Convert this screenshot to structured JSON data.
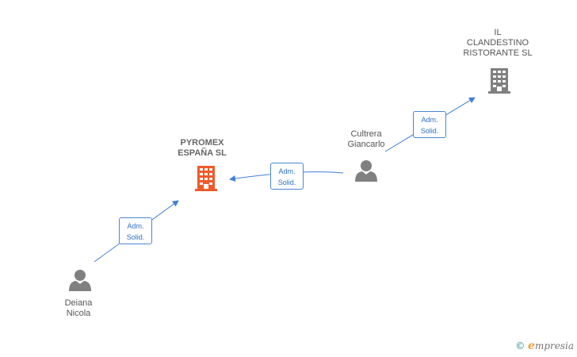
{
  "colors": {
    "edge": "#3f7fd6",
    "person_icon": "#808080",
    "company_main": "#f05a2a",
    "company_other": "#808080"
  },
  "nodes": {
    "il_clandestino": {
      "label": "IL\nCLANDESTINO\nRISTORANTE SL",
      "icon": "building-icon"
    },
    "pyromex": {
      "label": "PYROMEX\nESPAÑA SL",
      "icon": "building-icon"
    },
    "cultrera": {
      "label": "Cultrera\nGiancarlo",
      "icon": "person-icon"
    },
    "deiana": {
      "label": "Deiana\nNicola",
      "icon": "person-icon"
    }
  },
  "edges": [
    {
      "from": "cultrera",
      "to": "il_clandestino",
      "label": "Adm.\nSolid."
    },
    {
      "from": "cultrera",
      "to": "pyromex",
      "label": "Adm.\nSolid."
    },
    {
      "from": "deiana",
      "to": "pyromex",
      "label": "Adm.\nSolid."
    }
  ],
  "watermark": {
    "copyright": "©",
    "brand_initial": "e",
    "brand_rest": "mpresia"
  }
}
